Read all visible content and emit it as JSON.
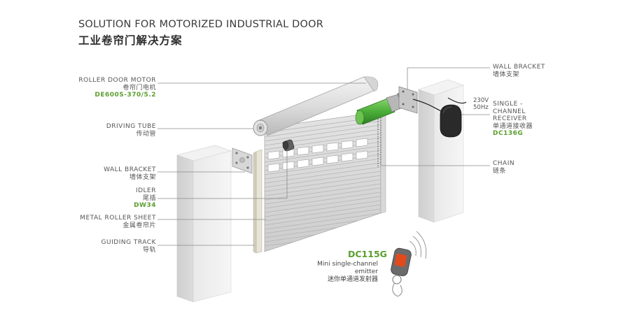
{
  "header": {
    "title": "SOLUTION FOR MOTORIZED INDUSTRIAL DOOR",
    "subtitle": "工业卷帘门解决方案"
  },
  "labels": {
    "roller_motor": {
      "en": "ROLLER DOOR MOTOR",
      "zh": "卷帘门电机",
      "model": "DE600S-370/5.2"
    },
    "driving_tube": {
      "en": "DRIVING TUBE",
      "zh": "传动管"
    },
    "wall_bracket_left": {
      "en": "WALL BRACKET",
      "zh": "墙体支架"
    },
    "idler": {
      "en": "IDLER",
      "zh": "尾插",
      "model": "DW34"
    },
    "metal_sheet": {
      "en": "METAL ROLLER SHEET",
      "zh": "金属卷帘片"
    },
    "guiding_track": {
      "en": "GUIDING TRACK",
      "zh": "导轨"
    },
    "wall_bracket_right": {
      "en": "WALL BRACKET",
      "zh": "墙体支架"
    },
    "receiver": {
      "en_line1": "SINGLE -",
      "en_line2": "CHANNEL",
      "en_line3": "RECEIVER",
      "zh": "单通道接收器",
      "model": "DC136G"
    },
    "voltage": {
      "line1": "230V",
      "line2": "50Hz"
    },
    "chain": {
      "en": "CHAIN",
      "zh": "链条"
    },
    "emitter": {
      "model": "DC115G",
      "en_line1": "Mini single-channel",
      "en_line2": "emitter",
      "zh": "迷你单通道发射器"
    }
  },
  "colors": {
    "accent_green": "#5a9e2e",
    "motor_green": "#4caf3a",
    "line_gray": "#8a8a8a"
  },
  "icons": {
    "remote": "remote-control-icon",
    "signal": "wireless-signal-icon"
  }
}
